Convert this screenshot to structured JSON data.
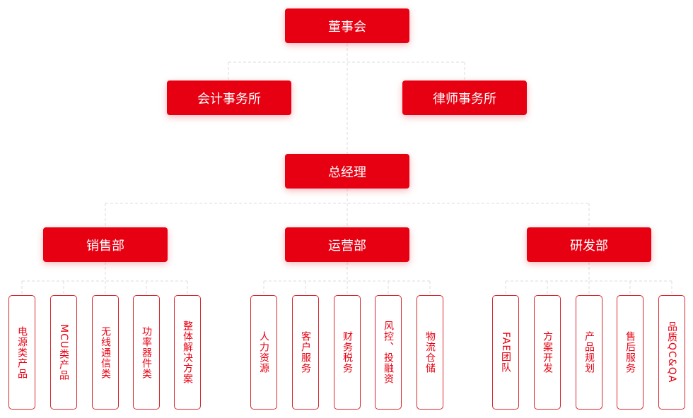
{
  "board": "董事会",
  "accounting_firm": "会计事务所",
  "law_firm": "律师事务所",
  "gm": "总经理",
  "departments": [
    {
      "name": "销售部",
      "children": [
        "电源类产品",
        "MCU类产品",
        "无线通信类",
        "功率器件类",
        "整体解决方案"
      ]
    },
    {
      "name": "运营部",
      "children": [
        "人力资源",
        "客户服务",
        "财务税务",
        "风控、投融资",
        "物流仓储"
      ]
    },
    {
      "name": "研发部",
      "children": [
        "FAE团队",
        "方案开发",
        "产品规划",
        "售后服务",
        "品质QC&QA"
      ]
    }
  ],
  "colors": {
    "primary": "#e60012",
    "line": "#dcdcdc"
  }
}
